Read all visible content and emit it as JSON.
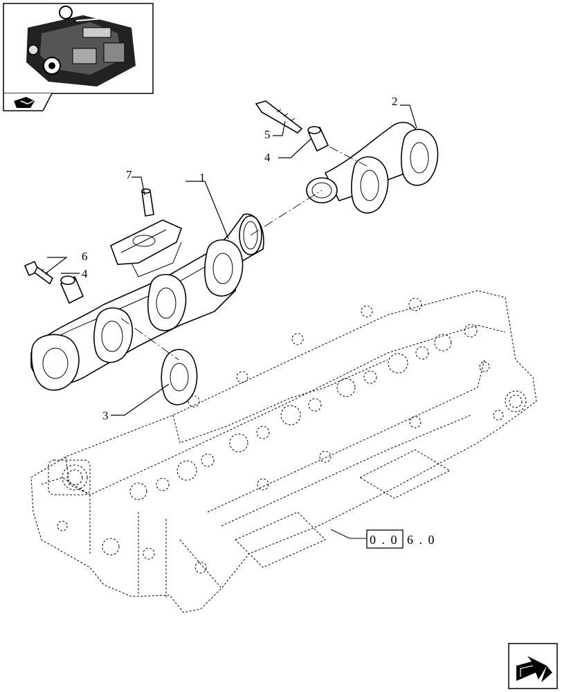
{
  "callouts": [
    {
      "id": "c1",
      "label": "1"
    },
    {
      "id": "c2",
      "label": "2"
    },
    {
      "id": "c3",
      "label": "3"
    },
    {
      "id": "c4a",
      "label": "4"
    },
    {
      "id": "c4b",
      "label": "4"
    },
    {
      "id": "c5",
      "label": "5"
    },
    {
      "id": "c6",
      "label": "6"
    },
    {
      "id": "c7",
      "label": "7"
    }
  ],
  "reference": {
    "boxed": "0 . 0",
    "rest": "6 . 0"
  },
  "icons": {
    "thumbnail": "engine-thumbnail-icon",
    "top_arrow": "book-arrow-icon",
    "nav_arrow": "next-page-arrow-icon"
  }
}
